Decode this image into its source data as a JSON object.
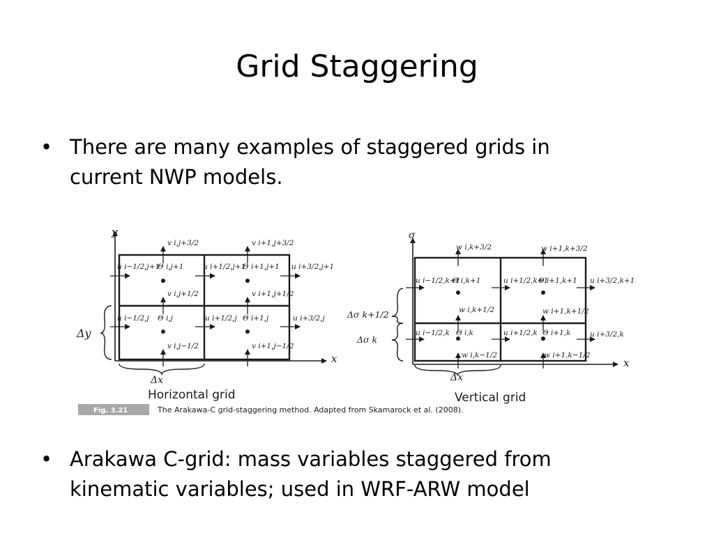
{
  "slide": {
    "title": "Grid Staggering",
    "bullets": [
      "There are many examples of staggered grids in current NWP models.",
      "Arakawa C-grid: mass variables staggered from kinematic variables; used in WRF-ARW model"
    ],
    "bullet_symbol": "•"
  },
  "figure": {
    "horizontal": {
      "title": "Horizontal grid",
      "axis_y": "y",
      "axis_x": "x",
      "delta_y": "Δy",
      "delta_x": "Δx",
      "v_top": [
        "v i,j+3/2",
        "v i+1,j+3/2"
      ],
      "row_top": [
        "u i−1/2,j+1",
        "Θ i,j+1",
        "u i+1/2,j+1",
        "Θ i+1,j+1",
        "u i+3/2,j+1"
      ],
      "v_mid": [
        "v i,j+1/2",
        "v i+1,j+1/2"
      ],
      "row_bottom": [
        "u i−1/2,j",
        "Θ i,j",
        "u i+1/2,j",
        "Θ i+1,j",
        "u i+3/2,j"
      ],
      "v_bottom": [
        "v i,j−1/2",
        "v i+1,j−1/2"
      ]
    },
    "vertical": {
      "title": "Vertical grid",
      "axis_y": "σ",
      "axis_x": "x",
      "delta_x": "Δx",
      "delta_sigma_upper": "Δσ k+1/2",
      "delta_sigma_lower": "Δσ k",
      "w_top": [
        "w i,k+3/2",
        "w i+1,k+3/2"
      ],
      "row_top": [
        "u i−1/2,k+1",
        "Θ i,k+1",
        "u i+1/2,k+1",
        "Θ i+1,k+1",
        "u i+3/2,k+1"
      ],
      "w_mid": [
        "w i,k+1/2",
        "w i+1,k+1/2"
      ],
      "row_bottom": [
        "u i−1/2,k",
        "Θ i,k",
        "u i+1/2,k",
        "Θ i+1,k",
        "u i+3/2,k"
      ],
      "w_bottom": [
        "w i,k−1/2",
        "w i+1,k−1/2"
      ]
    },
    "caption_label": "Fig. 3.21",
    "caption": "The Arakawa-C grid-staggering method. Adapted from Skamarock et al. (2008)."
  }
}
